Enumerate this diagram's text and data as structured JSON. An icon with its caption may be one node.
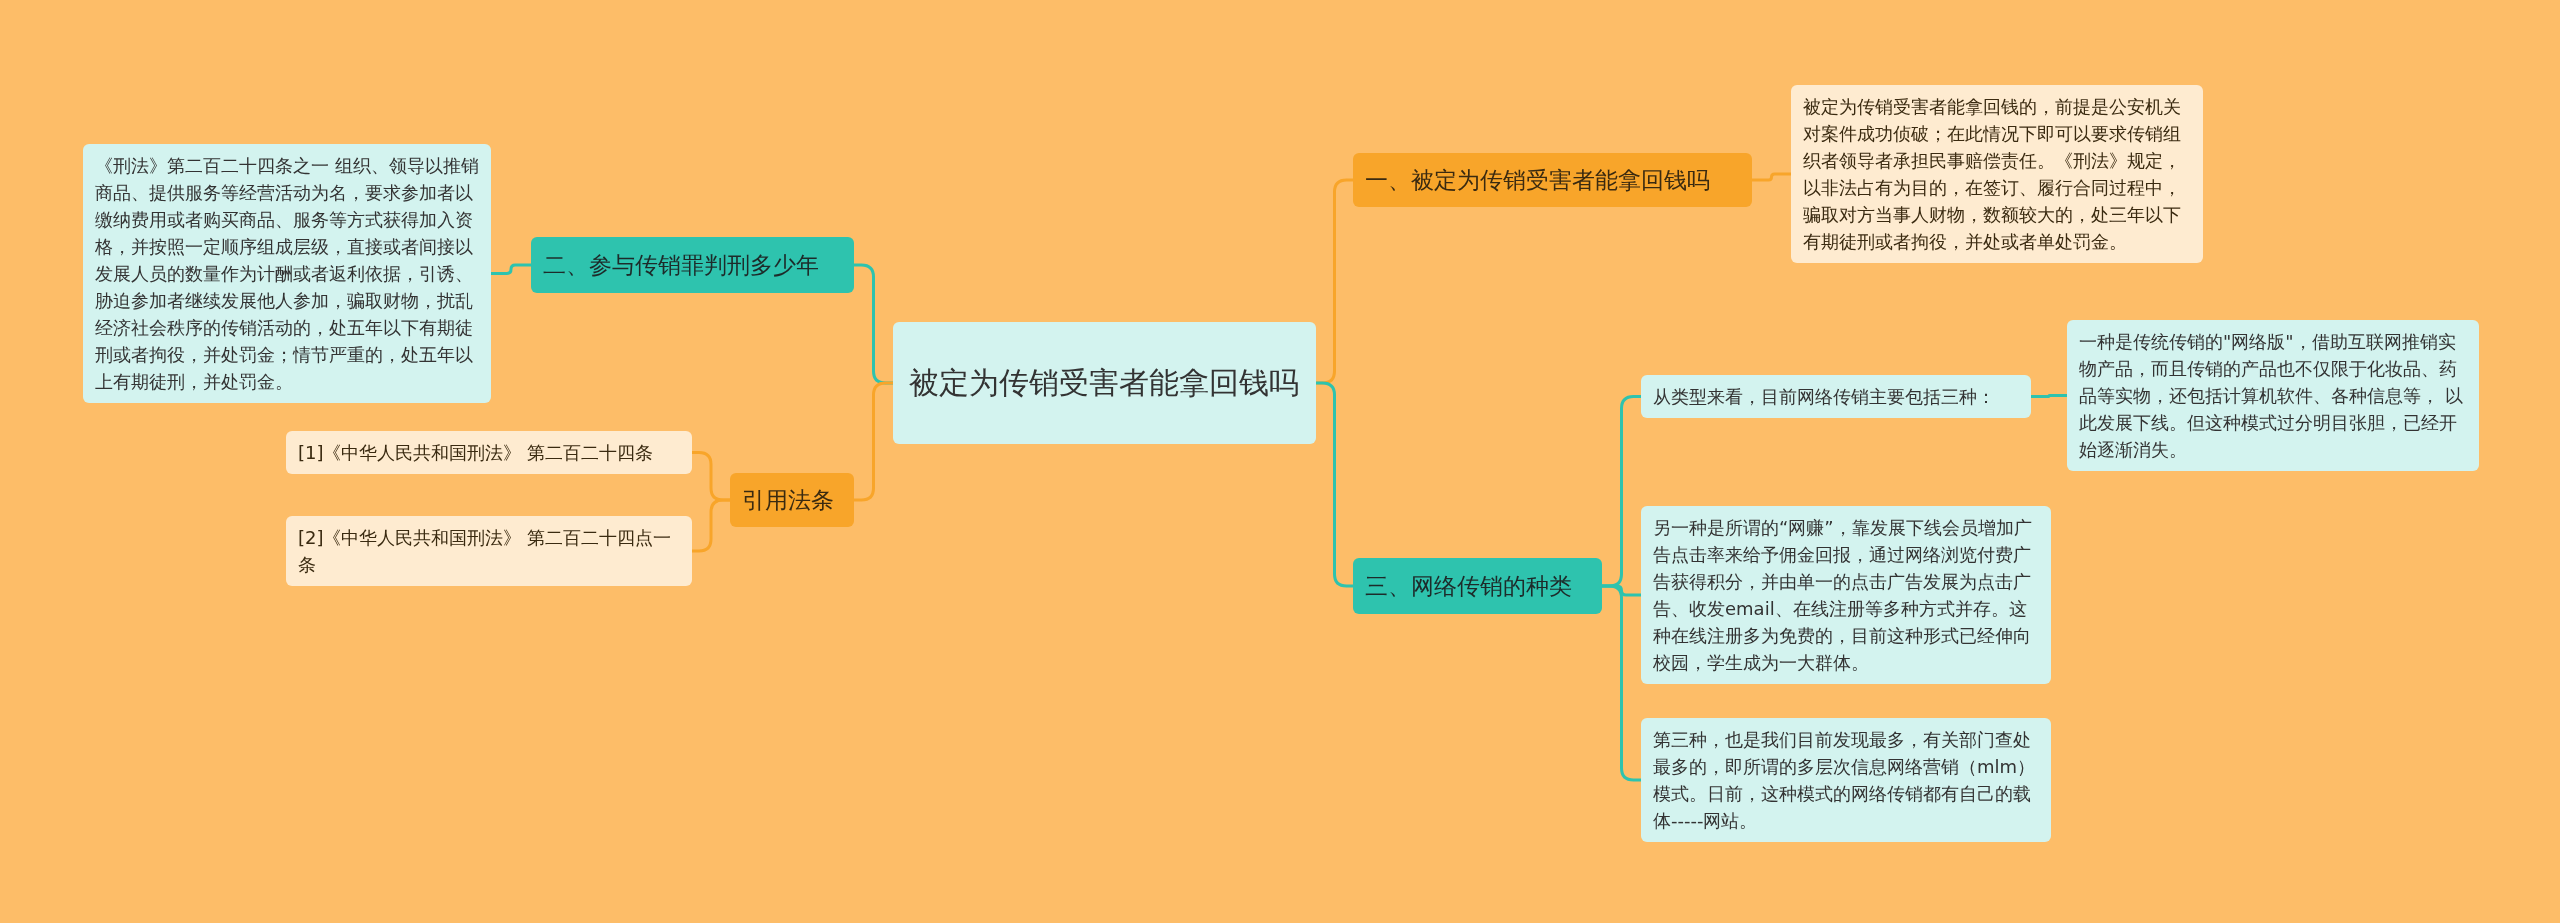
{
  "diagram": {
    "nodes": [
      {
        "text": [
          "被定为传销受害者能拿回钱吗"
        ]
      },
      {
        "text": [
          "一、被定为传销受害者能拿回钱吗"
        ]
      },
      {
        "text": [
          "被定为传销受害者能拿回钱的，前提是公安机关对案件成功侦破；在此情况下即可以要求传销组织者领导者承担民事赔偿责任。《刑法》规定，以非法占有为目的，在签订、履行合同过程中，骗取对方当事人财物，数额较大的，处三年以下有期徒刑或者拘役，并处或者单处罚金。"
        ]
      },
      {
        "text": [
          "二、参与传销罪判刑多少年"
        ]
      },
      {
        "text": [
          "《刑法》第二百二十四条之一 组织、领导以推销商品、提供服务等经营活动为名，要求参加者以缴纳费用或者购买商品、服务等方式获得加入资格，并按照一定顺序组成层级，直接或者间接以发展人员的数量作为计酬或者返利依据，引诱、胁迫参加者继续发展他人参加，骗取财物，扰乱经济社会秩序的传销活动的，处五年以下有期徒刑或者拘役，并处罚金；情节严重的，处五年以上有期徒刑，并处罚金。"
        ]
      },
      {
        "text": [
          "引用法条"
        ]
      },
      {
        "text": [
          "[1]《中华人民共和国刑法》 第二百二十四条"
        ]
      },
      {
        "text": [
          "[2]《中华人民共和国刑法》 第二百二十四点一条"
        ]
      },
      {
        "text": [
          "三、网络传销的种类"
        ]
      },
      {
        "text": [
          "从类型来看，目前网络传销主要包括三种："
        ]
      },
      {
        "text": [
          "一种是传统传销的\"网络版\"，借助互联网推销实物产品，而且传销的产品也不仅限于化妆品、药品等实物，还包括计算机软件、各种信息等， 以此发展下线。但这种模式过分明目张胆，已经开始逐渐消失。"
        ]
      },
      {
        "text": [
          "另一种是所谓的“网赚”，靠发展下线会员增加广告点击率来给予佣金回报，通过网络浏览付费广告获得积分，并由单一的点击广告发展为点击广告、收发email、在线注册等多种方式并存。这种在线注册多为免费的，目前这种形式已经伸向校园，学生成为一大群体。"
        ]
      },
      {
        "text": [
          "第三种，也是我们目前发现最多，有关部门查处最多的，即所谓的多层次信息网络营销（mlm）模式。日前，这种模式的网络传销都有自己的载体-----网站。"
        ]
      }
    ],
    "edges": [
      {
        "from": 0,
        "to": 1,
        "arrow": "none",
        "color": "#f8a52a"
      },
      {
        "from": 1,
        "to": 2,
        "arrow": "none",
        "color": "#f8a52a"
      },
      {
        "from": 0,
        "to": 3,
        "arrow": "none"
      },
      {
        "from": 3,
        "to": 4,
        "arrow": "none"
      },
      {
        "from": 0,
        "to": 5,
        "arrow": "none",
        "color": "#f8a52a"
      },
      {
        "from": 5,
        "to": 6,
        "arrow": "none",
        "color": "#f8a52a"
      },
      {
        "from": 5,
        "to": 7,
        "arrow": "none",
        "color": "#f8a52a"
      },
      {
        "from": 0,
        "to": 8,
        "arrow": "none"
      },
      {
        "from": 8,
        "to": 9,
        "arrow": "none"
      },
      {
        "from": 9,
        "to": 10,
        "arrow": "none"
      },
      {
        "from": 8,
        "to": 11,
        "arrow": "none"
      },
      {
        "from": 8,
        "to": 12,
        "arrow": "none"
      }
    ]
  }
}
